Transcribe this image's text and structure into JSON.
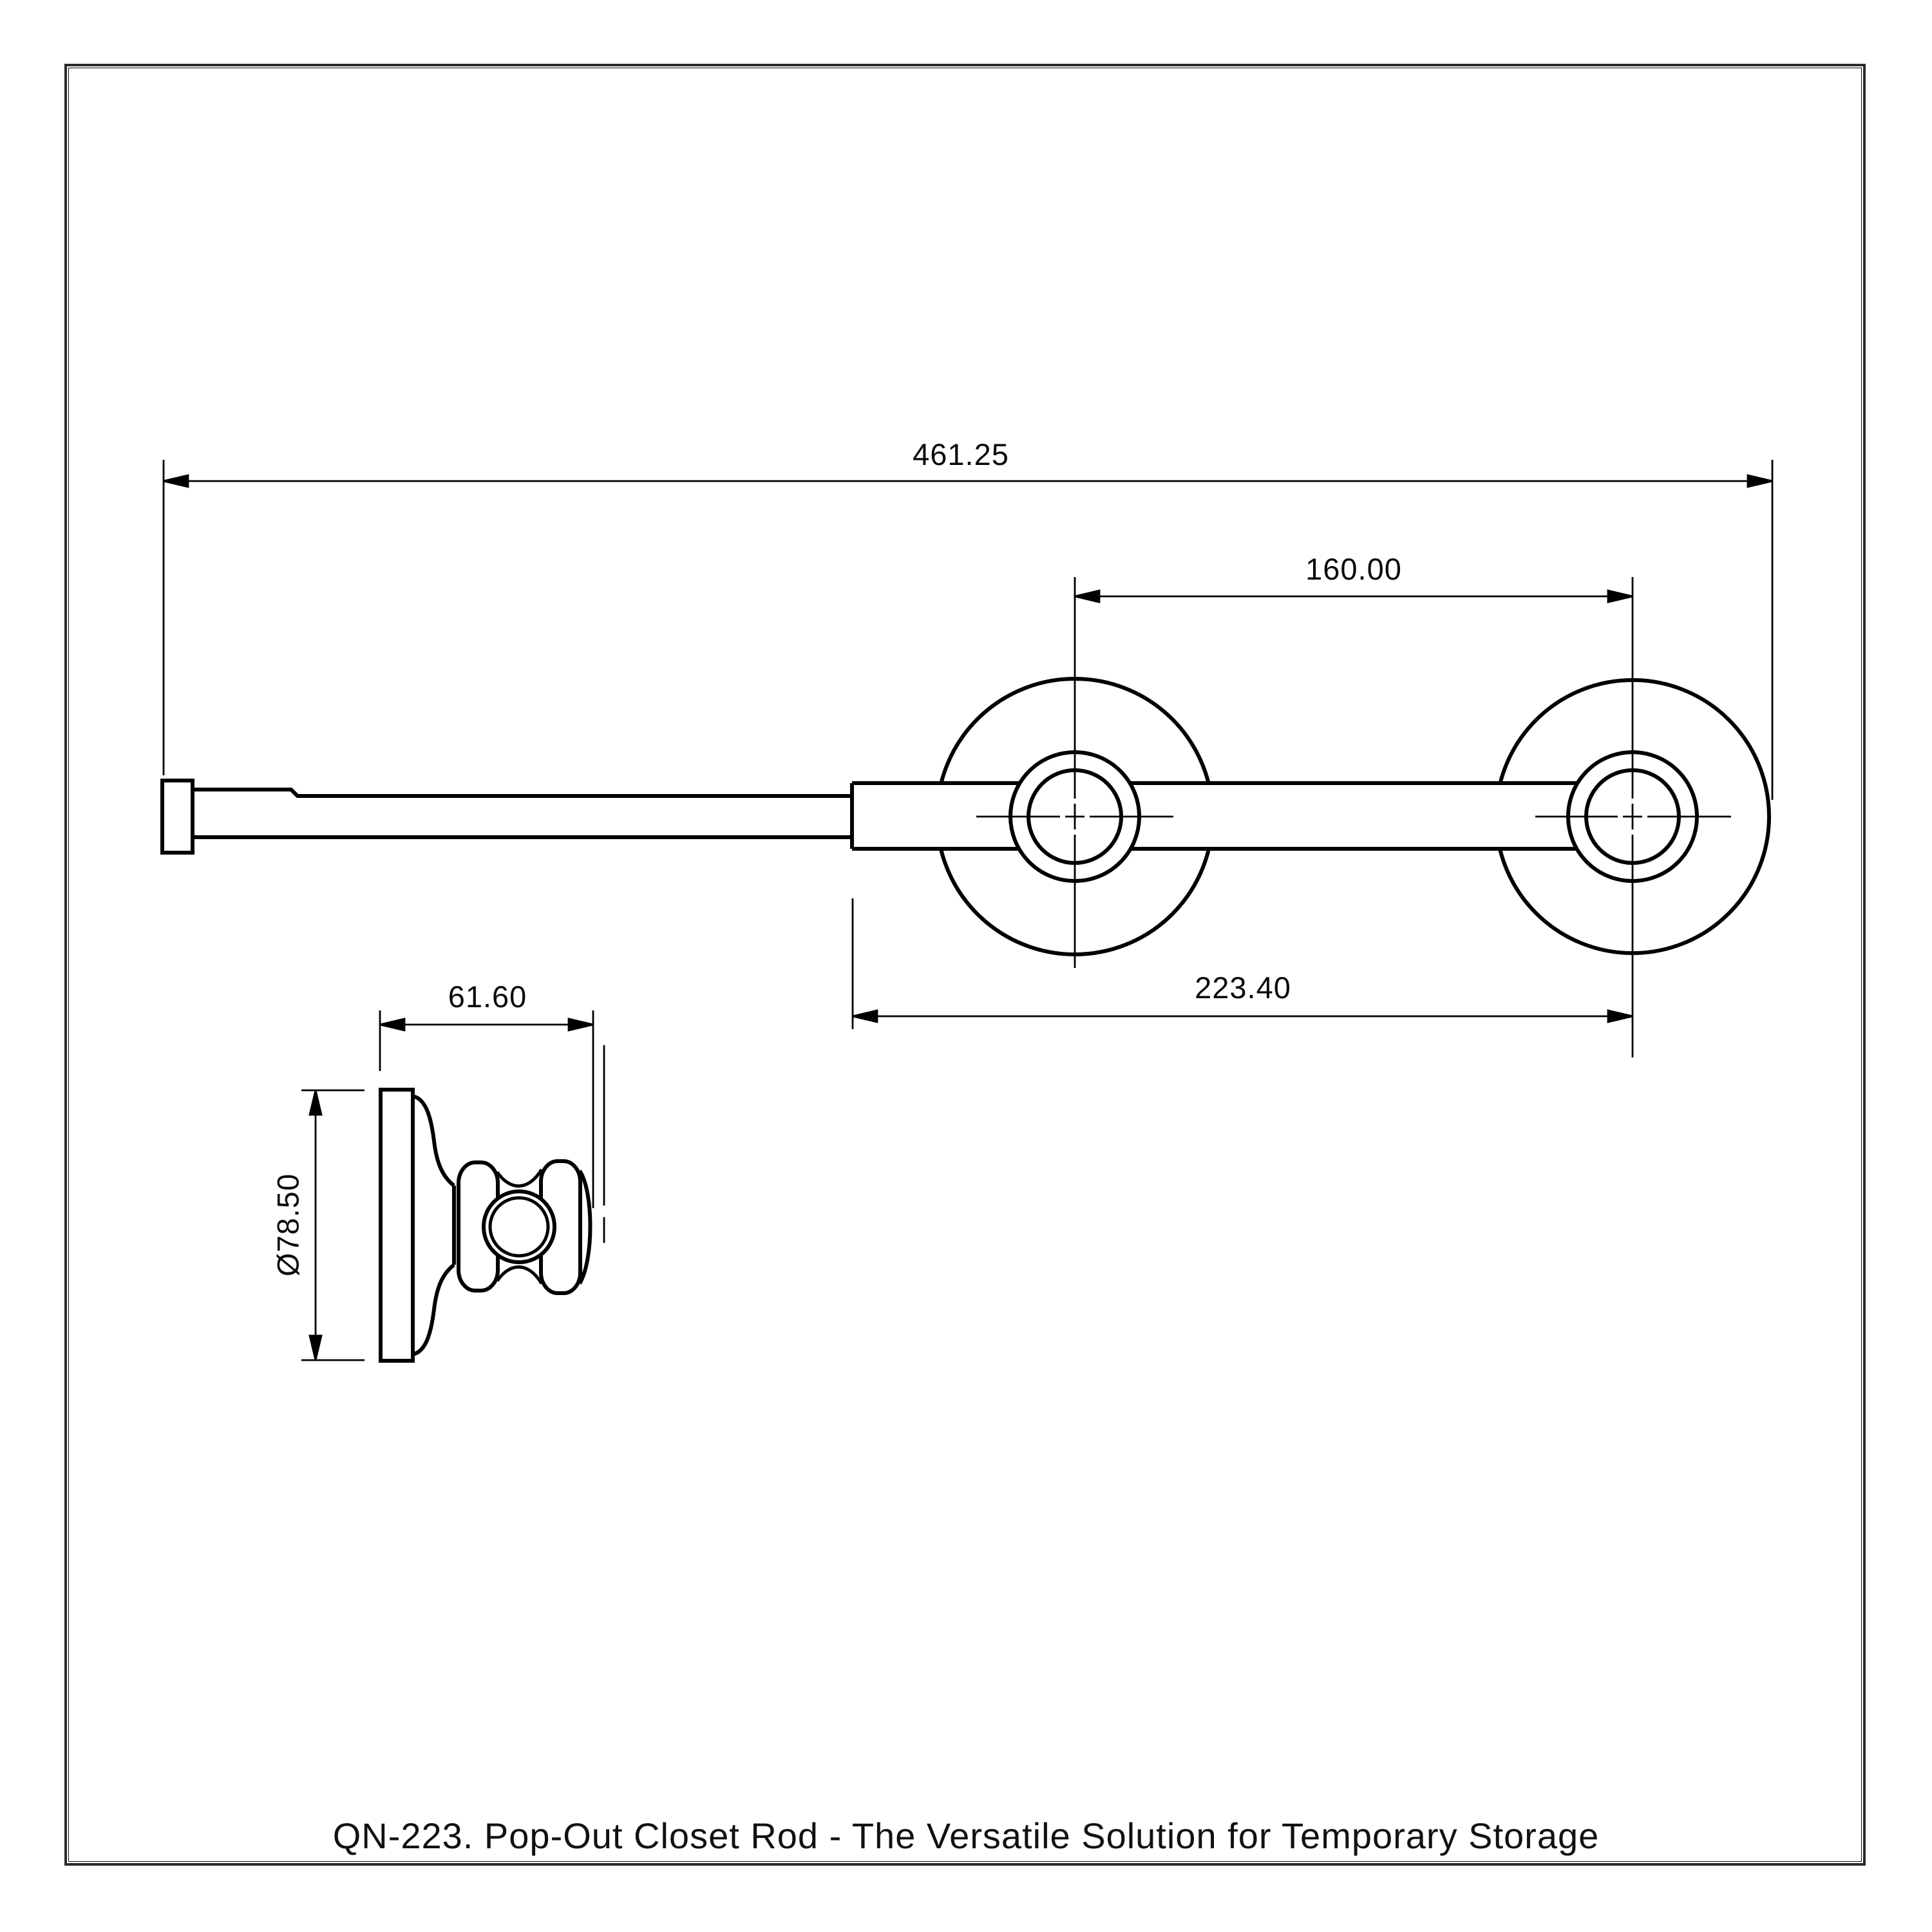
{
  "drawing": {
    "caption": "QN-223. Pop-Out Closet Rod - The Versatile Solution for Temporary Storage",
    "dimensions": {
      "overall_length": "461.25",
      "mount_center_spacing": "160.00",
      "rod_overlap_to_center": "223.40",
      "bracket_depth": "61.60",
      "flange_diameter": "Ø78.50"
    }
  }
}
